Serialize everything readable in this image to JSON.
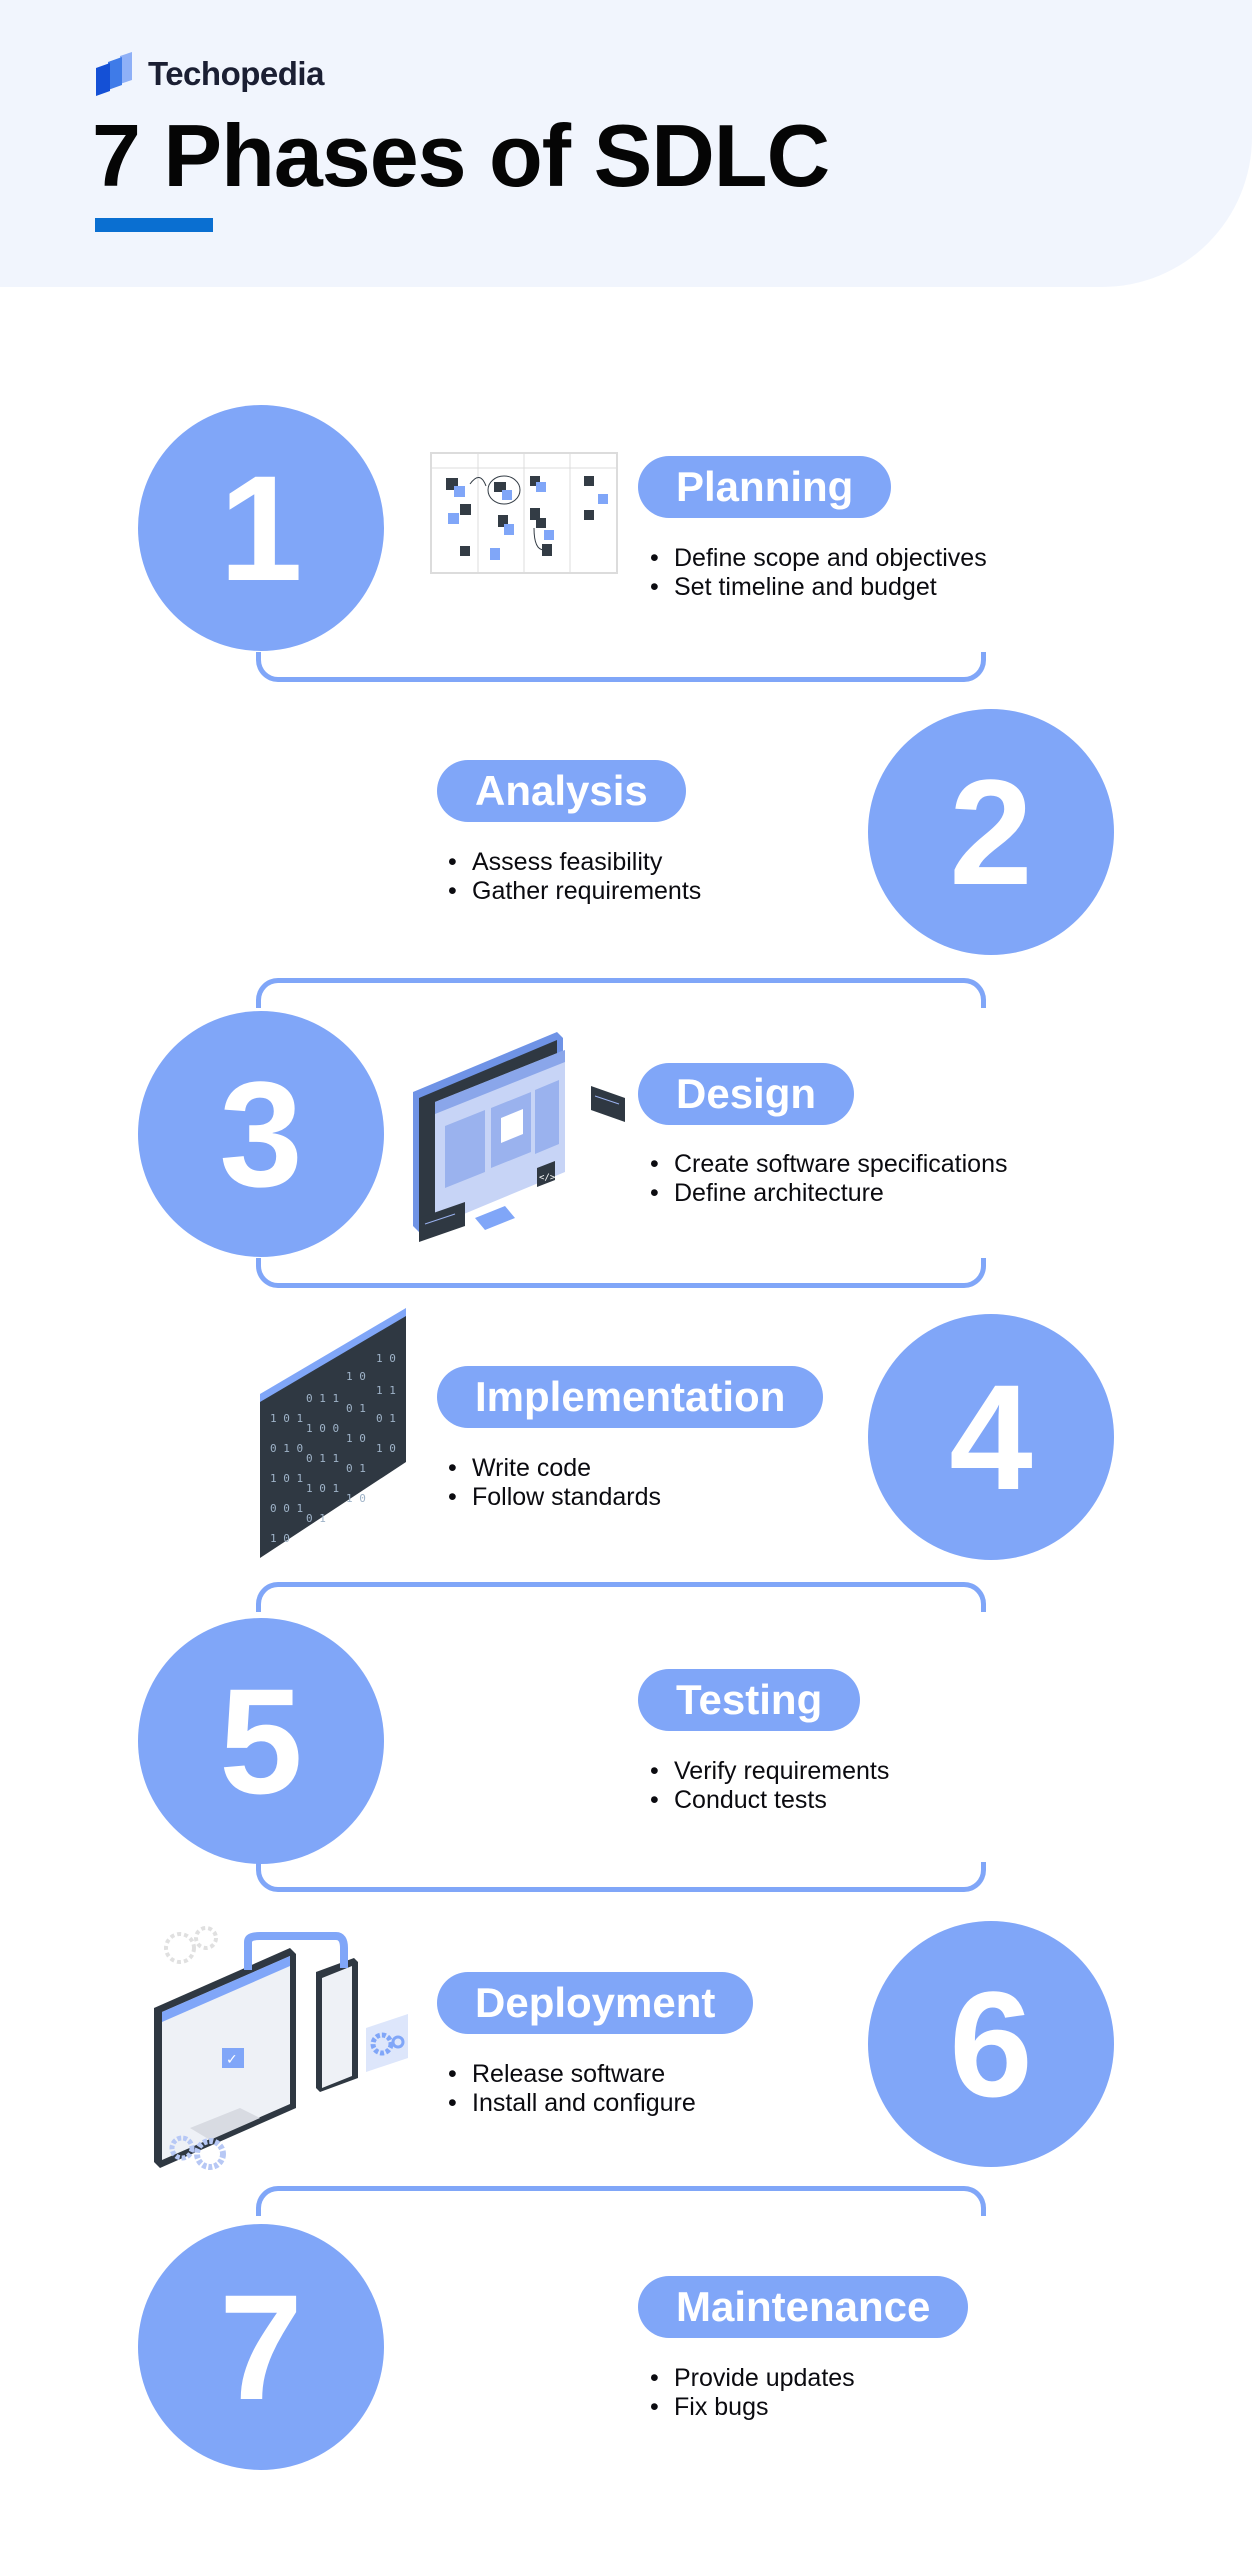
{
  "header": {
    "brand": "Techopedia",
    "title": "7 Phases of SDLC"
  },
  "colors": {
    "accent": "#80A6F8",
    "title_underline": "#0A6FD1",
    "header_bg": "#F1F5FD",
    "text": "#0B0B10"
  },
  "phases": [
    {
      "number": "1",
      "name": "Planning",
      "side": "left",
      "illustration": "kanban-board-icon",
      "bullets": [
        "Define scope and objectives",
        "Set timeline and budget"
      ]
    },
    {
      "number": "2",
      "name": "Analysis",
      "side": "right",
      "illustration": null,
      "bullets": [
        "Assess feasibility",
        "Gather requirements"
      ]
    },
    {
      "number": "3",
      "name": "Design",
      "side": "left",
      "illustration": "monitor-wireframe-icon",
      "bullets": [
        "Create software specifications",
        "Define architecture"
      ]
    },
    {
      "number": "4",
      "name": "Implementation",
      "side": "right",
      "illustration": "binary-code-screen-icon",
      "bullets": [
        "Write code",
        "Follow standards"
      ]
    },
    {
      "number": "5",
      "name": "Testing",
      "side": "left",
      "illustration": null,
      "bullets": [
        "Verify requirements",
        "Conduct tests"
      ]
    },
    {
      "number": "6",
      "name": "Deployment",
      "side": "right",
      "illustration": "deploy-devices-gears-icon",
      "bullets": [
        "Release software",
        "Install and configure"
      ]
    },
    {
      "number": "7",
      "name": "Maintenance",
      "side": "left",
      "illustration": null,
      "bullets": [
        "Provide updates",
        "Fix bugs"
      ]
    }
  ]
}
